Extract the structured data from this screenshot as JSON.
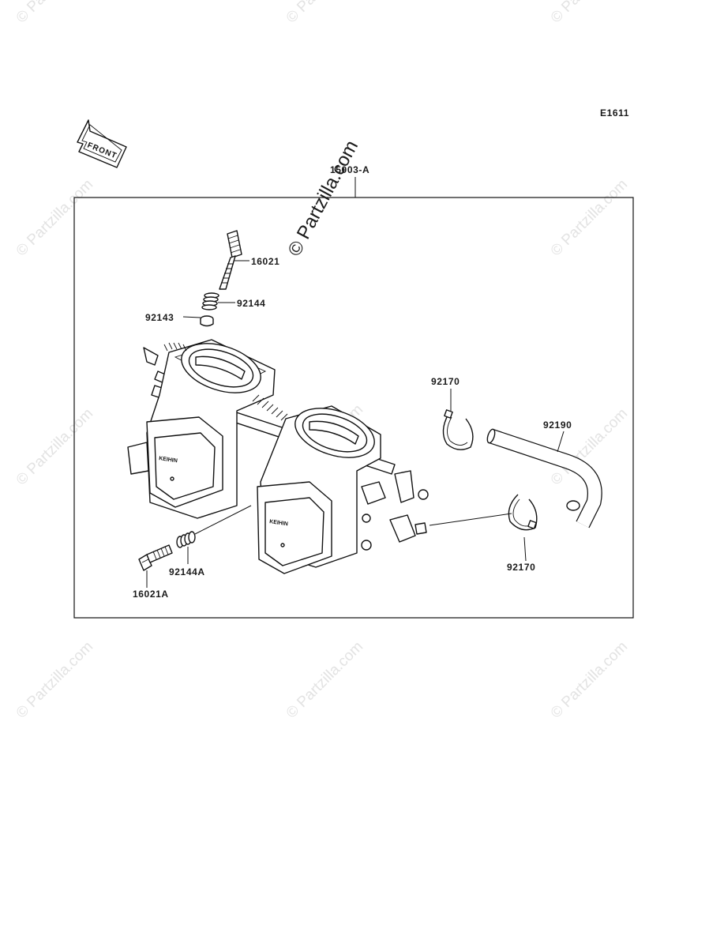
{
  "diagram_code": "E1611",
  "front_label": "FRONT",
  "watermark_text": "© Partzilla.com",
  "brand_mark": "KEIHIN",
  "parts": {
    "assembly": "15003-A",
    "screw_top": "16021",
    "spring_top": "92144",
    "washer": "92143",
    "clamp_upper": "92170",
    "hose": "92190",
    "clamp_lower": "92170",
    "spring_bottom": "92144A",
    "screw_bottom": "16021A"
  }
}
